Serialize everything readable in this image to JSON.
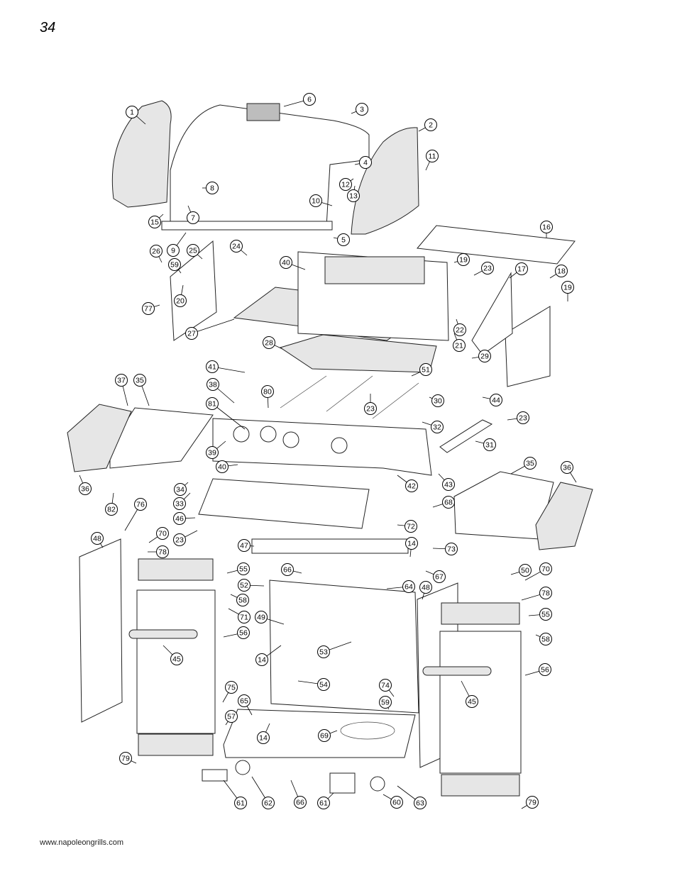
{
  "page": {
    "number": "34",
    "footer_url": "www.napoleongrills.com"
  },
  "diagram": {
    "callouts": [
      {
        "label": "1"
      },
      {
        "label": "2"
      },
      {
        "label": "3"
      },
      {
        "label": "4"
      },
      {
        "label": "5"
      },
      {
        "label": "6"
      },
      {
        "label": "7"
      },
      {
        "label": "8"
      },
      {
        "label": "9"
      },
      {
        "label": "10"
      },
      {
        "label": "11"
      },
      {
        "label": "12"
      },
      {
        "label": "13"
      },
      {
        "label": "15"
      },
      {
        "label": "16"
      },
      {
        "label": "17"
      },
      {
        "label": "18"
      },
      {
        "label": "19"
      },
      {
        "label": "19"
      },
      {
        "label": "20"
      },
      {
        "label": "21"
      },
      {
        "label": "22"
      },
      {
        "label": "23"
      },
      {
        "label": "24"
      },
      {
        "label": "25"
      },
      {
        "label": "26"
      },
      {
        "label": "27"
      },
      {
        "label": "28"
      },
      {
        "label": "29"
      },
      {
        "label": "30"
      },
      {
        "label": "31"
      },
      {
        "label": "32"
      },
      {
        "label": "23"
      },
      {
        "label": "23"
      },
      {
        "label": "33"
      },
      {
        "label": "34"
      },
      {
        "label": "35"
      },
      {
        "label": "35"
      },
      {
        "label": "36"
      },
      {
        "label": "36"
      },
      {
        "label": "37"
      },
      {
        "label": "38"
      },
      {
        "label": "39"
      },
      {
        "label": "40"
      },
      {
        "label": "40"
      },
      {
        "label": "41"
      },
      {
        "label": "42"
      },
      {
        "label": "43"
      },
      {
        "label": "44"
      },
      {
        "label": "45"
      },
      {
        "label": "45"
      },
      {
        "label": "46"
      },
      {
        "label": "47"
      },
      {
        "label": "48"
      },
      {
        "label": "48"
      },
      {
        "label": "49"
      },
      {
        "label": "50"
      },
      {
        "label": "51"
      },
      {
        "label": "52"
      },
      {
        "label": "53"
      },
      {
        "label": "54"
      },
      {
        "label": "55"
      },
      {
        "label": "55"
      },
      {
        "label": "56"
      },
      {
        "label": "56"
      },
      {
        "label": "57"
      },
      {
        "label": "58"
      },
      {
        "label": "58"
      },
      {
        "label": "59"
      },
      {
        "label": "59"
      },
      {
        "label": "60"
      },
      {
        "label": "61"
      },
      {
        "label": "61"
      },
      {
        "label": "62"
      },
      {
        "label": "63"
      },
      {
        "label": "64"
      },
      {
        "label": "65"
      },
      {
        "label": "66"
      },
      {
        "label": "66"
      },
      {
        "label": "67"
      },
      {
        "label": "68"
      },
      {
        "label": "69"
      },
      {
        "label": "70"
      },
      {
        "label": "70"
      },
      {
        "label": "71"
      },
      {
        "label": "72"
      },
      {
        "label": "73"
      },
      {
        "label": "74"
      },
      {
        "label": "75"
      },
      {
        "label": "76"
      },
      {
        "label": "77"
      },
      {
        "label": "78"
      },
      {
        "label": "78"
      },
      {
        "label": "79"
      },
      {
        "label": "79"
      },
      {
        "label": "80"
      },
      {
        "label": "81"
      },
      {
        "label": "82"
      },
      {
        "label": "14"
      },
      {
        "label": "14"
      },
      {
        "label": "14"
      },
      {
        "label": "23"
      }
    ]
  }
}
